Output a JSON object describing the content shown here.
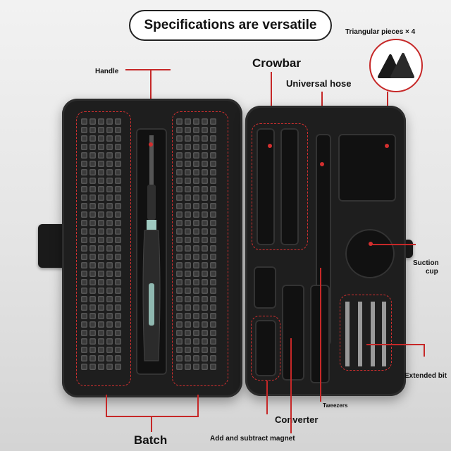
{
  "title": "Specifications are versatile",
  "labels": {
    "triangular": "Triangular pieces × 4",
    "crowbar": "Crowbar",
    "universal_hose": "Universal hose",
    "handle": "Handle",
    "suction_cup_line1": "Suction",
    "suction_cup_line2": "cup",
    "extended_bit": "Extended bit",
    "tweezers": "Tweezers",
    "converter": "Converter",
    "batch": "Batch",
    "add_subtract_magnet": "Add and subtract magnet"
  },
  "colors": {
    "accent": "#c62828",
    "case": "#1e1e1e",
    "handle_accent": "#8fb8b0"
  }
}
